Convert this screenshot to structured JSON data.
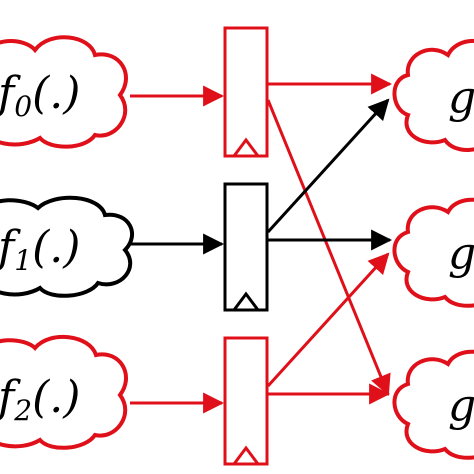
{
  "colors": {
    "red": "#e0101a",
    "black": "#000000"
  },
  "inputs": [
    {
      "base": "f",
      "sub": "0",
      "args": "(.)",
      "color": "red"
    },
    {
      "base": "f",
      "sub": "1",
      "args": "(.)",
      "color": "black"
    },
    {
      "base": "f",
      "sub": "2",
      "args": "(.)",
      "color": "red"
    }
  ],
  "outputs": [
    {
      "label": "g",
      "color": "red"
    },
    {
      "label": "g",
      "color": "red"
    },
    {
      "label": "g",
      "color": "red"
    }
  ],
  "registers": [
    {
      "color": "red"
    },
    {
      "color": "black"
    },
    {
      "color": "red"
    }
  ]
}
